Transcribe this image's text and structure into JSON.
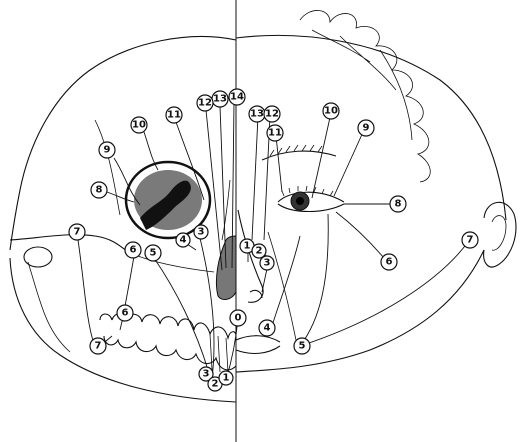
{
  "callouts": {
    "left_1": "1",
    "left_2": "2",
    "left_3a": "3",
    "left_3b": "3",
    "left_4": "4",
    "left_5": "5",
    "left_6a": "6",
    "left_6b": "6",
    "left_7a": "7",
    "left_7b": "7",
    "left_8": "8",
    "left_9": "9",
    "left_10": "10",
    "left_11": "11",
    "left_12": "12",
    "left_13": "13",
    "left_14": "14",
    "center_0": "0",
    "right_1": "1",
    "right_2": "2",
    "right_3": "3",
    "right_4": "4",
    "right_5": "5",
    "right_6": "6",
    "right_7": "7",
    "right_8": "8",
    "right_9": "9",
    "right_10": "10",
    "right_11": "11",
    "right_12": "12",
    "right_13": "13"
  },
  "colors": {
    "ink": "#111111",
    "background": "#ffffff",
    "shading": "#6b6b6b"
  }
}
